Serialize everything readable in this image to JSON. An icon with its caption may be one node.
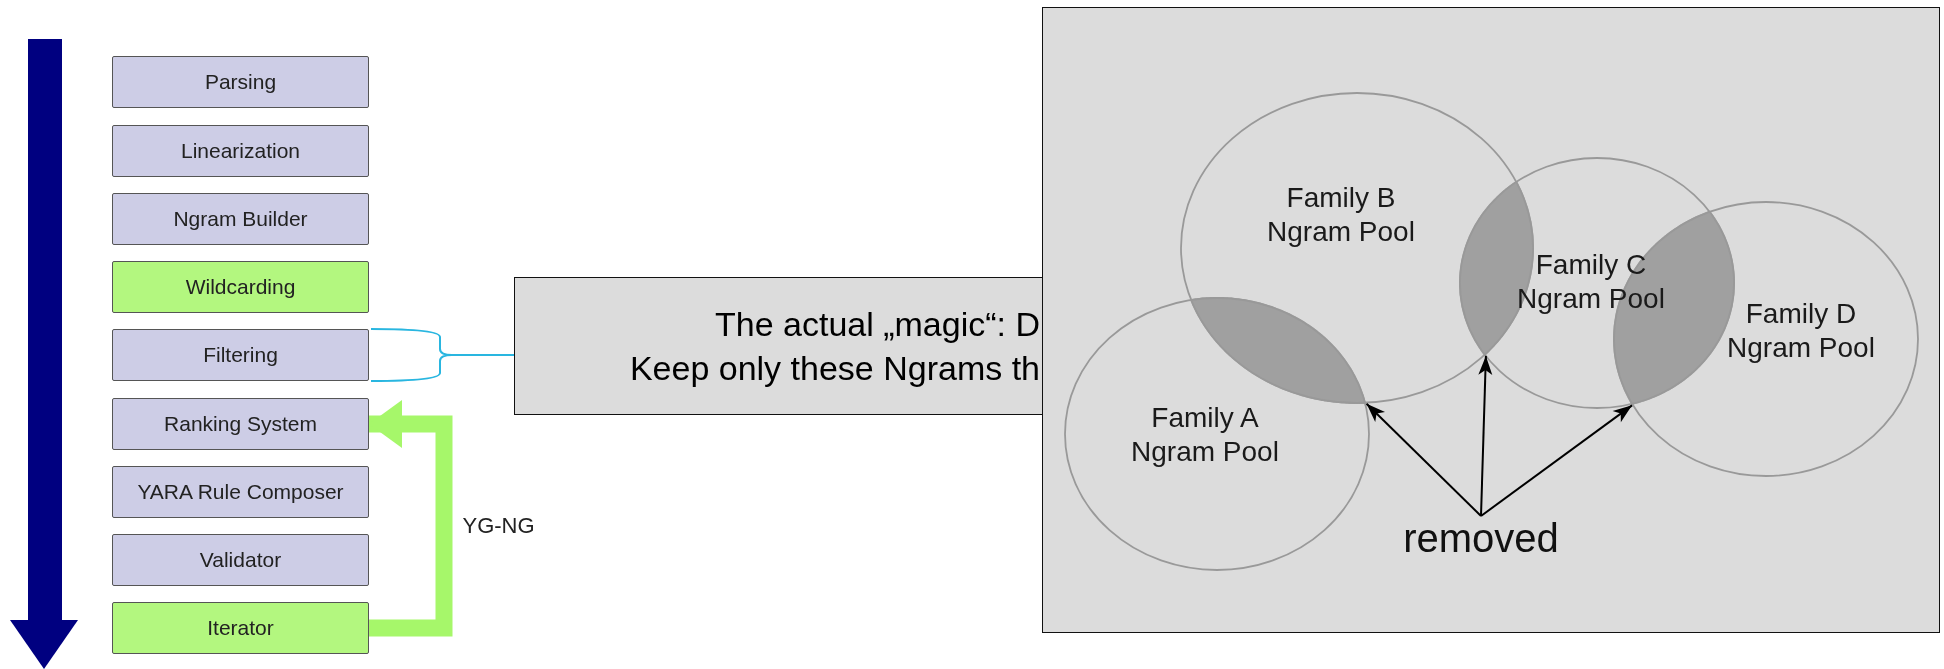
{
  "diagram": {
    "nodes": [
      {
        "text": [
          "Parsing"
        ]
      },
      {
        "text": [
          "Linearization"
        ]
      },
      {
        "text": [
          "Ngram Builder"
        ]
      },
      {
        "text": [
          "Wildcarding"
        ]
      },
      {
        "text": [
          "Filtering"
        ]
      },
      {
        "text": [
          "Ranking System"
        ]
      },
      {
        "text": [
          "YARA Rule Composer"
        ]
      },
      {
        "text": [
          "Validator"
        ]
      },
      {
        "text": [
          "Iterator"
        ]
      },
      {
        "text": [
          "The actual „magic“: D",
          "Keep only these Ngrams th"
        ]
      },
      {
        "text": [],
        "shape": "box"
      },
      {
        "text": [
          "Family A Ngram Pool"
        ],
        "in": 10
      },
      {
        "text": [
          "Family B Ngram Pool"
        ],
        "in": 10
      },
      {
        "text": [
          "Family C Ngram Pool"
        ],
        "in": 10
      },
      {
        "text": [
          "Family D Ngram Pool"
        ],
        "in": 10
      },
      {
        "text": [],
        "shape": "lens"
      },
      {
        "text": [],
        "shape": "lens"
      },
      {
        "text": [],
        "shape": "lens"
      },
      {
        "text": [
          "removed"
        ],
        "in": 10
      }
    ],
    "edges": [
      {
        "from": 8,
        "to": 5,
        "arrow": "to",
        "label": "YG-NG",
        "style": "thick",
        "color": "#a6f76a"
      },
      {
        "from": 4,
        "to": 9,
        "arrow": "none",
        "color": "#29b6e0"
      },
      {
        "from": 18,
        "to": 15,
        "arrow": "to"
      },
      {
        "from": 18,
        "to": 16,
        "arrow": "to"
      },
      {
        "from": 18,
        "to": 17,
        "arrow": "to"
      }
    ]
  }
}
